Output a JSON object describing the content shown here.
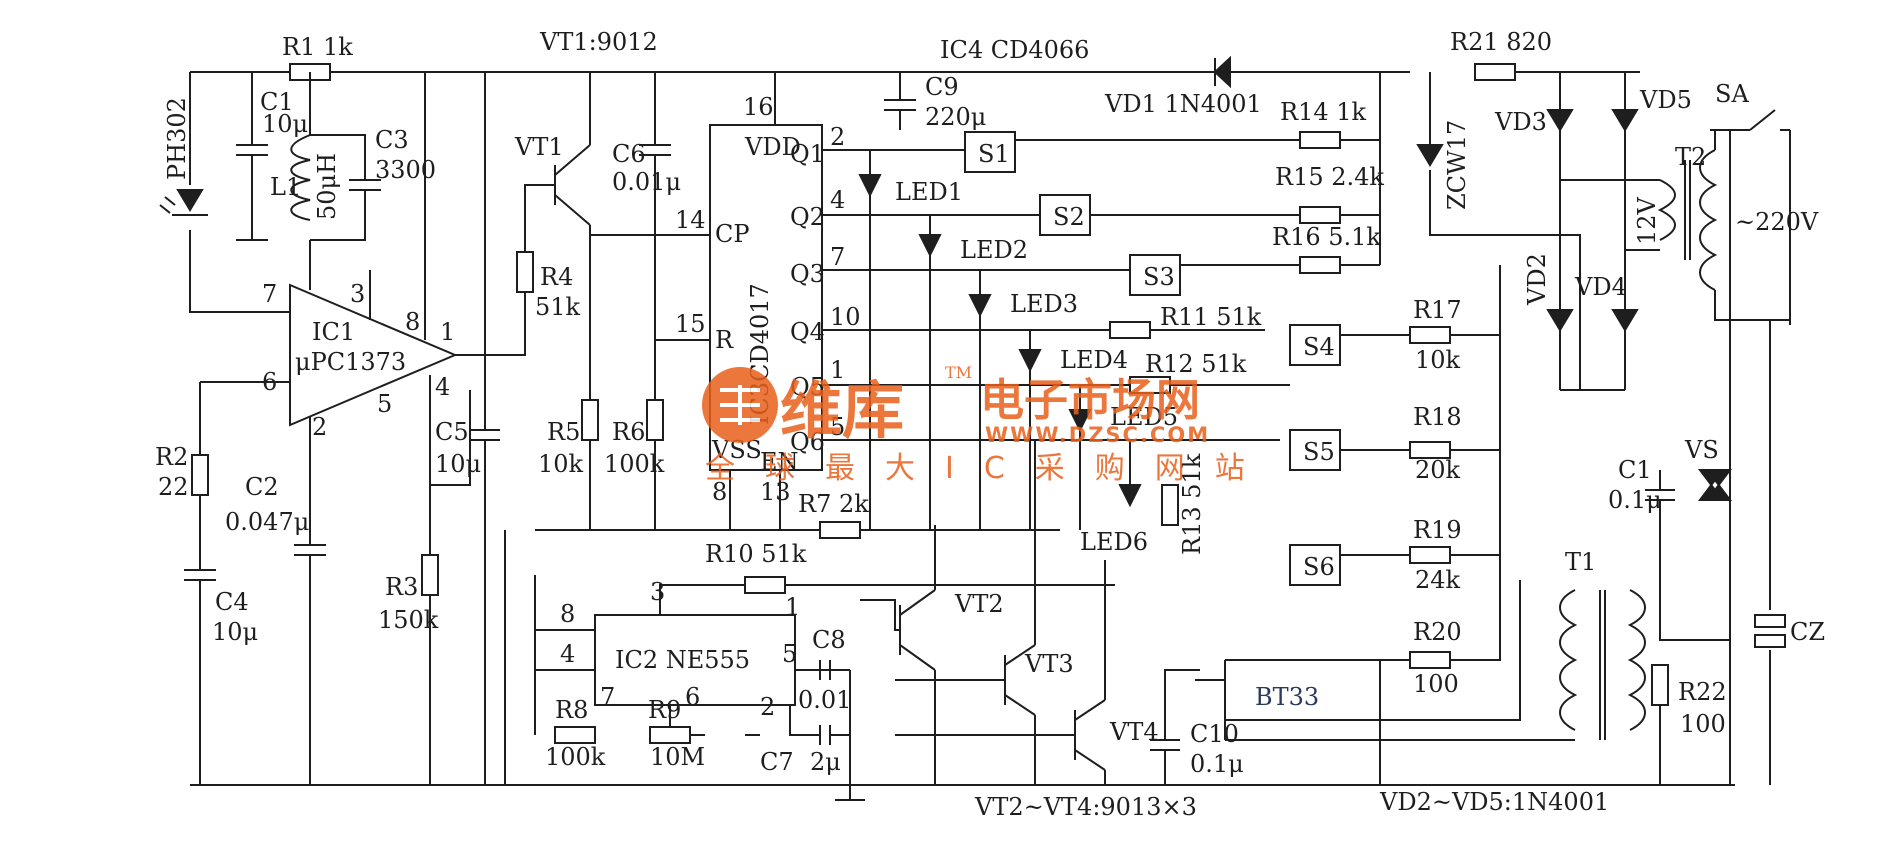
{
  "diagram": {
    "labels": {
      "r1": "R1 1k",
      "vt1_title": "VT1:9012",
      "ic4_title": "IC4 CD4066",
      "r21": "R21 820",
      "sa": "SA",
      "c1": "C1",
      "c1_val": "10μ",
      "c3": "C3",
      "c3_val": "3300",
      "l1": "L1",
      "l1_val": "50μH",
      "ph302": "PH302",
      "vt1": "VT1",
      "c6": "C6",
      "c6_val": "0.01μ",
      "c9": "C9",
      "c9_val": "220μ",
      "vd1": "VD1 1N4001",
      "r14": "R14 1k",
      "r15": "R15 2.4k",
      "r16": "R16 5.1k",
      "zcw17": "ZCW17",
      "vd3": "VD3",
      "vd5": "VD5",
      "t2": "T2",
      "t2_sec": "12V",
      "mains": "~220V",
      "vd2": "VD2",
      "vd4": "VD4",
      "ic1": "IC1",
      "ic1_type": "μPC1373",
      "ic3_type": "IC3CD4017",
      "vdd": "VDD",
      "vss": "VSS",
      "en": "EN",
      "cp": "CP",
      "r_pin": "R",
      "q1": "Q1",
      "q2": "Q2",
      "q3": "Q3",
      "q4": "Q4",
      "q5": "Q5",
      "q6": "Q6",
      "s1": "S1",
      "s2": "S2",
      "s3": "S3",
      "s4": "S4",
      "s5": "S5",
      "s6": "S6",
      "led1": "LED1",
      "led2": "LED2",
      "led3": "LED3",
      "led4": "LED4",
      "led5": "LED5",
      "led6": "LED6",
      "r11": "R11 51k",
      "r12": "R12 51k",
      "r13": "R13 51k",
      "r17": "R17",
      "r17_val": "10k",
      "r18": "R18",
      "r18_val": "20k",
      "r19": "R19",
      "r19_val": "24k",
      "r20": "R20",
      "r20_val": "100",
      "r4": "R4",
      "r4_val": "51k",
      "r5": "R5",
      "r5_val": "10k",
      "r6": "R6",
      "r6_val": "100k",
      "r7": "R7 2k",
      "r2": "R2",
      "r2_val": "22",
      "c2": "C2",
      "c2_val": "0.047μ",
      "c4": "C4",
      "c4_val": "10μ",
      "c5": "C5",
      "c5_val": "10μ",
      "r3": "R3",
      "r3_val": "150k",
      "r10": "R10 51k",
      "ic2": "IC2 NE555",
      "c8": "C8",
      "c8_val": "0.01",
      "r8": "R8",
      "r8_val": "100k",
      "r9": "R9",
      "r9_val": "10M",
      "c7": "C7",
      "c7_val": "2μ",
      "vt2": "VT2",
      "vt3": "VT3",
      "vt4": "VT4",
      "bt33": "BT33",
      "c10": "C10",
      "c10_val": "0.1μ",
      "t1": "T1",
      "c1b": "C1",
      "c1b_val": "0.1μ",
      "vs": "VS",
      "cz": "CZ",
      "r22": "R22",
      "r22_val": "100",
      "bottom_vt": "VT2~VT4:9013×3",
      "bottom_vd": "VD2~VD5:1N4001"
    },
    "pins": {
      "p16": "16",
      "p2": "2",
      "p4": "4",
      "p7": "7",
      "p10": "10",
      "p1": "1",
      "p5": "5",
      "p14": "14",
      "p15": "15",
      "p8": "8",
      "p13": "13",
      "a7": "7",
      "a3": "3",
      "a8": "8",
      "a1": "1",
      "a6": "6",
      "a5": "5",
      "a4": "4",
      "a2": "2",
      "t8": "8",
      "t3": "3",
      "t1": "1",
      "t4": "4",
      "t5": "5",
      "t7": "7",
      "t6": "6",
      "t2": "2"
    },
    "watermark": {
      "brand": "维库",
      "sub": "电子市场网",
      "url": "WWW.DZSC.COM",
      "tagline": "全球最大IC采购网站",
      "tm": "TM"
    },
    "colors": {
      "ink": "#1e1e1e",
      "watermark": "#e8601c"
    }
  }
}
